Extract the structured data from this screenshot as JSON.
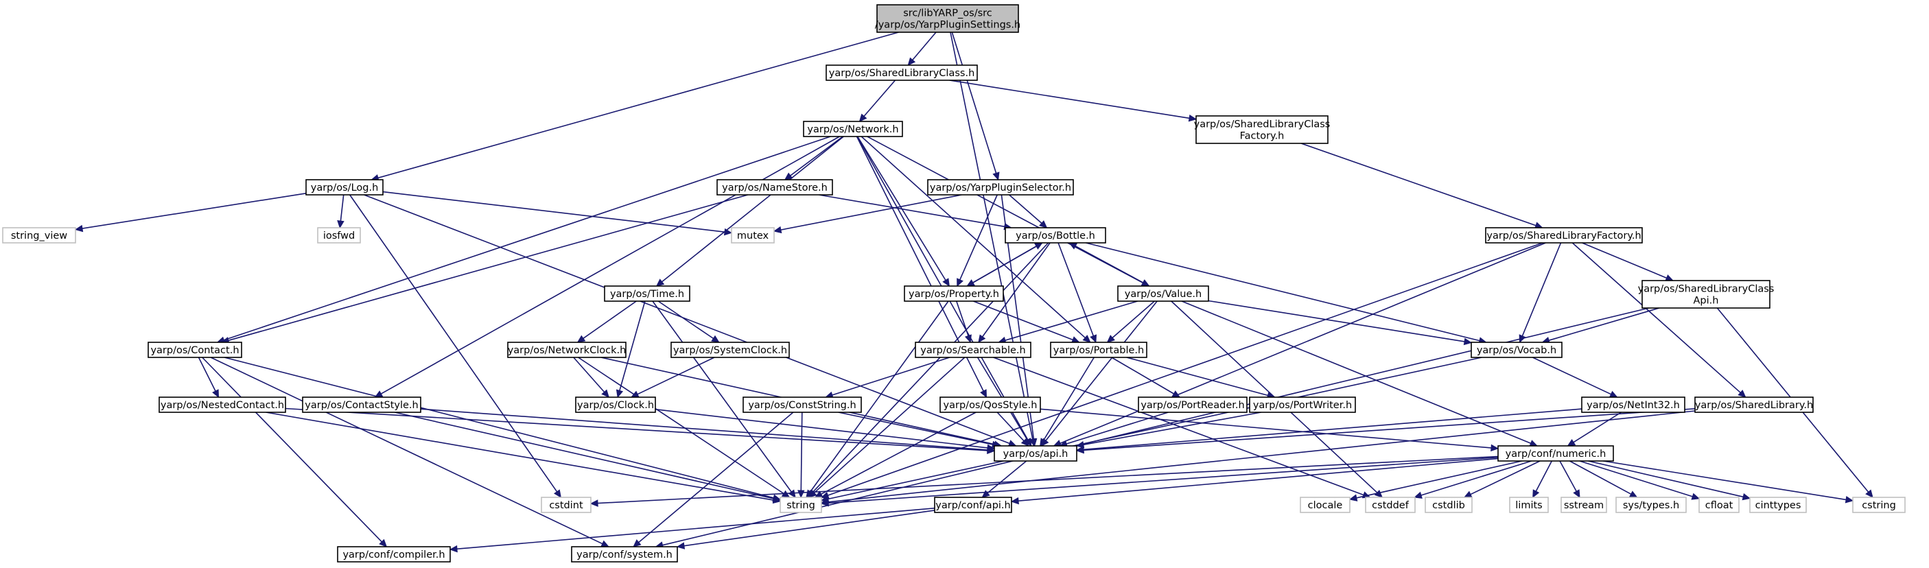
{
  "diagram": {
    "type": "include-dependency-graph",
    "colors": {
      "edge": "#191970",
      "root_fill": "#bfbfbf",
      "node_border": "#000000",
      "system_border": "#bfbfbf"
    },
    "nodes": [
      {
        "id": "root",
        "lines": [
          "src/libYARP_os/src",
          "/yarp/os/YarpPluginSettings.h"
        ],
        "kind": "root"
      },
      {
        "id": "SharedLibraryClass",
        "lines": [
          "yarp/os/SharedLibraryClass.h"
        ],
        "kind": "file"
      },
      {
        "id": "Network",
        "lines": [
          "yarp/os/Network.h"
        ],
        "kind": "file"
      },
      {
        "id": "SharedLibraryClassFactory",
        "lines": [
          "yarp/os/SharedLibraryClass",
          "Factory.h"
        ],
        "kind": "file"
      },
      {
        "id": "Log",
        "lines": [
          "yarp/os/Log.h"
        ],
        "kind": "file"
      },
      {
        "id": "NameStore",
        "lines": [
          "yarp/os/NameStore.h"
        ],
        "kind": "file"
      },
      {
        "id": "YarpPluginSelector",
        "lines": [
          "yarp/os/YarpPluginSelector.h"
        ],
        "kind": "file"
      },
      {
        "id": "string_view",
        "lines": [
          "string_view"
        ],
        "kind": "system"
      },
      {
        "id": "iosfwd",
        "lines": [
          "iosfwd"
        ],
        "kind": "system"
      },
      {
        "id": "mutex",
        "lines": [
          "mutex"
        ],
        "kind": "system"
      },
      {
        "id": "Bottle",
        "lines": [
          "yarp/os/Bottle.h"
        ],
        "kind": "file"
      },
      {
        "id": "SharedLibraryFactory",
        "lines": [
          "yarp/os/SharedLibraryFactory.h"
        ],
        "kind": "file"
      },
      {
        "id": "Time",
        "lines": [
          "yarp/os/Time.h"
        ],
        "kind": "file"
      },
      {
        "id": "Property",
        "lines": [
          "yarp/os/Property.h"
        ],
        "kind": "file"
      },
      {
        "id": "Value",
        "lines": [
          "yarp/os/Value.h"
        ],
        "kind": "file"
      },
      {
        "id": "SharedLibraryClassApi",
        "lines": [
          "yarp/os/SharedLibraryClass",
          "Api.h"
        ],
        "kind": "file"
      },
      {
        "id": "Contact",
        "lines": [
          "yarp/os/Contact.h"
        ],
        "kind": "file"
      },
      {
        "id": "NetworkClock",
        "lines": [
          "yarp/os/NetworkClock.h"
        ],
        "kind": "file"
      },
      {
        "id": "SystemClock",
        "lines": [
          "yarp/os/SystemClock.h"
        ],
        "kind": "file"
      },
      {
        "id": "Searchable",
        "lines": [
          "yarp/os/Searchable.h"
        ],
        "kind": "file"
      },
      {
        "id": "Portable",
        "lines": [
          "yarp/os/Portable.h"
        ],
        "kind": "file"
      },
      {
        "id": "Vocab",
        "lines": [
          "yarp/os/Vocab.h"
        ],
        "kind": "file"
      },
      {
        "id": "NestedContact",
        "lines": [
          "yarp/os/NestedContact.h"
        ],
        "kind": "file"
      },
      {
        "id": "ContactStyle",
        "lines": [
          "yarp/os/ContactStyle.h"
        ],
        "kind": "file"
      },
      {
        "id": "Clock",
        "lines": [
          "yarp/os/Clock.h"
        ],
        "kind": "file"
      },
      {
        "id": "ConstString",
        "lines": [
          "yarp/os/ConstString.h"
        ],
        "kind": "file"
      },
      {
        "id": "QosStyle",
        "lines": [
          "yarp/os/QosStyle.h"
        ],
        "kind": "file"
      },
      {
        "id": "PortReader",
        "lines": [
          "yarp/os/PortReader.h"
        ],
        "kind": "file"
      },
      {
        "id": "PortWriter",
        "lines": [
          "yarp/os/PortWriter.h"
        ],
        "kind": "file"
      },
      {
        "id": "NetInt32",
        "lines": [
          "yarp/os/NetInt32.h"
        ],
        "kind": "file"
      },
      {
        "id": "SharedLibrary",
        "lines": [
          "yarp/os/SharedLibrary.h"
        ],
        "kind": "file"
      },
      {
        "id": "api",
        "lines": [
          "yarp/os/api.h"
        ],
        "kind": "file"
      },
      {
        "id": "numeric",
        "lines": [
          "yarp/conf/numeric.h"
        ],
        "kind": "file"
      },
      {
        "id": "cstdint",
        "lines": [
          "cstdint"
        ],
        "kind": "system"
      },
      {
        "id": "string",
        "lines": [
          "string"
        ],
        "kind": "system"
      },
      {
        "id": "confapi",
        "lines": [
          "yarp/conf/api.h"
        ],
        "kind": "file"
      },
      {
        "id": "clocale",
        "lines": [
          "clocale"
        ],
        "kind": "system"
      },
      {
        "id": "cstddef",
        "lines": [
          "cstddef"
        ],
        "kind": "system"
      },
      {
        "id": "cstdlib",
        "lines": [
          "cstdlib"
        ],
        "kind": "system"
      },
      {
        "id": "limits",
        "lines": [
          "limits"
        ],
        "kind": "system"
      },
      {
        "id": "sstream",
        "lines": [
          "sstream"
        ],
        "kind": "system"
      },
      {
        "id": "systypes",
        "lines": [
          "sys/types.h"
        ],
        "kind": "system"
      },
      {
        "id": "cfloat",
        "lines": [
          "cfloat"
        ],
        "kind": "system"
      },
      {
        "id": "cinttypes",
        "lines": [
          "cinttypes"
        ],
        "kind": "system"
      },
      {
        "id": "cstring",
        "lines": [
          "cstring"
        ],
        "kind": "system"
      },
      {
        "id": "compiler",
        "lines": [
          "yarp/conf/compiler.h"
        ],
        "kind": "file"
      },
      {
        "id": "system",
        "lines": [
          "yarp/conf/system.h"
        ],
        "kind": "file"
      }
    ],
    "edges": [
      [
        "root",
        "SharedLibraryClass"
      ],
      [
        "root",
        "Log"
      ],
      [
        "root",
        "YarpPluginSelector"
      ],
      [
        "root",
        "api"
      ],
      [
        "SharedLibraryClass",
        "Network"
      ],
      [
        "SharedLibraryClass",
        "SharedLibraryClassFactory"
      ],
      [
        "SharedLibraryClassFactory",
        "SharedLibraryFactory"
      ],
      [
        "Network",
        "NameStore"
      ],
      [
        "Network",
        "Contact"
      ],
      [
        "Network",
        "ContactStyle"
      ],
      [
        "Network",
        "Time"
      ],
      [
        "Network",
        "Property"
      ],
      [
        "Network",
        "Portable"
      ],
      [
        "Network",
        "Value"
      ],
      [
        "Network",
        "QosStyle"
      ],
      [
        "Network",
        "api"
      ],
      [
        "Log",
        "string_view"
      ],
      [
        "Log",
        "iosfwd"
      ],
      [
        "Log",
        "mutex"
      ],
      [
        "Log",
        "cstdint"
      ],
      [
        "Log",
        "api"
      ],
      [
        "NameStore",
        "Contact"
      ],
      [
        "NameStore",
        "Bottle"
      ],
      [
        "YarpPluginSelector",
        "mutex"
      ],
      [
        "YarpPluginSelector",
        "Bottle"
      ],
      [
        "YarpPluginSelector",
        "Property"
      ],
      [
        "YarpPluginSelector",
        "api"
      ],
      [
        "Bottle",
        "Property"
      ],
      [
        "Bottle",
        "Value"
      ],
      [
        "Bottle",
        "Searchable"
      ],
      [
        "Bottle",
        "Portable"
      ],
      [
        "Bottle",
        "Vocab"
      ],
      [
        "Bottle",
        "string"
      ],
      [
        "Property",
        "Bottle"
      ],
      [
        "Property",
        "Searchable"
      ],
      [
        "Property",
        "Portable"
      ],
      [
        "Property",
        "string"
      ],
      [
        "Value",
        "Bottle"
      ],
      [
        "Value",
        "Searchable"
      ],
      [
        "Value",
        "Portable"
      ],
      [
        "Value",
        "Vocab"
      ],
      [
        "Value",
        "api"
      ],
      [
        "Value",
        "numeric"
      ],
      [
        "Value",
        "cstddef"
      ],
      [
        "SharedLibraryFactory",
        "SharedLibraryClassApi"
      ],
      [
        "SharedLibraryFactory",
        "SharedLibrary"
      ],
      [
        "SharedLibraryFactory",
        "Vocab"
      ],
      [
        "SharedLibraryFactory",
        "api"
      ],
      [
        "SharedLibraryFactory",
        "string"
      ],
      [
        "SharedLibraryClassApi",
        "Vocab"
      ],
      [
        "SharedLibraryClassApi",
        "cstring"
      ],
      [
        "SharedLibraryClassApi",
        "system"
      ],
      [
        "Time",
        "NetworkClock"
      ],
      [
        "Time",
        "SystemClock"
      ],
      [
        "Time",
        "Clock"
      ],
      [
        "Time",
        "string"
      ],
      [
        "NetworkClock",
        "Clock"
      ],
      [
        "NetworkClock",
        "api"
      ],
      [
        "NetworkClock",
        "string"
      ],
      [
        "SystemClock",
        "Clock"
      ],
      [
        "Clock",
        "api"
      ],
      [
        "Contact",
        "NestedContact"
      ],
      [
        "Contact",
        "string"
      ],
      [
        "Contact",
        "compiler"
      ],
      [
        "Contact",
        "system"
      ],
      [
        "NestedContact",
        "api"
      ],
      [
        "NestedContact",
        "string"
      ],
      [
        "ContactStyle",
        "api"
      ],
      [
        "ContactStyle",
        "string"
      ],
      [
        "Searchable",
        "ConstString"
      ],
      [
        "Searchable",
        "api"
      ],
      [
        "Searchable",
        "string"
      ],
      [
        "Searchable",
        "cstddef"
      ],
      [
        "ConstString",
        "api"
      ],
      [
        "ConstString",
        "string"
      ],
      [
        "ConstString",
        "system"
      ],
      [
        "QosStyle",
        "api"
      ],
      [
        "QosStyle",
        "string"
      ],
      [
        "QosStyle",
        "numeric"
      ],
      [
        "Portable",
        "PortReader"
      ],
      [
        "Portable",
        "PortWriter"
      ],
      [
        "Portable",
        "api"
      ],
      [
        "PortReader",
        "api"
      ],
      [
        "PortWriter",
        "api"
      ],
      [
        "Vocab",
        "NetInt32"
      ],
      [
        "Vocab",
        "string"
      ],
      [
        "NetInt32",
        "api"
      ],
      [
        "NetInt32",
        "numeric"
      ],
      [
        "SharedLibrary",
        "api"
      ],
      [
        "SharedLibrary",
        "string"
      ],
      [
        "api",
        "confapi"
      ],
      [
        "numeric",
        "cstdint"
      ],
      [
        "numeric",
        "string"
      ],
      [
        "numeric",
        "clocale"
      ],
      [
        "numeric",
        "cstddef"
      ],
      [
        "numeric",
        "cstdlib"
      ],
      [
        "numeric",
        "limits"
      ],
      [
        "numeric",
        "sstream"
      ],
      [
        "numeric",
        "systypes"
      ],
      [
        "numeric",
        "cfloat"
      ],
      [
        "numeric",
        "cinttypes"
      ],
      [
        "numeric",
        "cstring"
      ],
      [
        "numeric",
        "confapi"
      ],
      [
        "confapi",
        "compiler"
      ],
      [
        "confapi",
        "system"
      ]
    ]
  }
}
